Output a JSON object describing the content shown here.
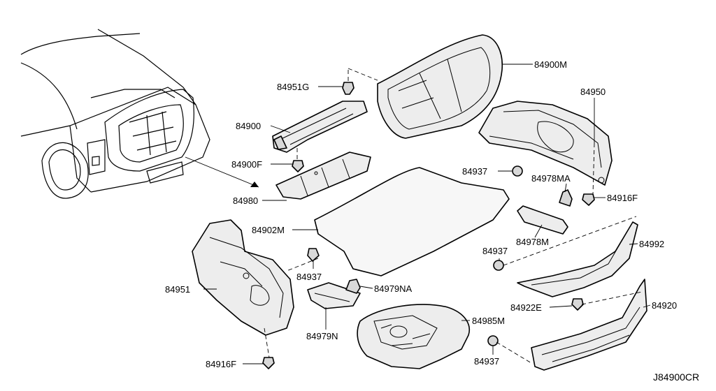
{
  "labels": {
    "p84951G": "84951G",
    "p84900M": "84900M",
    "p84950": "84950",
    "p84900": "84900",
    "p84900F": "84900F",
    "p84937a": "84937",
    "p84978MA": "84978MA",
    "p84916Fa": "84916F",
    "p84980": "84980",
    "p84978M": "84978M",
    "p84902M": "84902M",
    "p84992": "84992",
    "p84937b": "84937",
    "p84937c": "84937",
    "p84979NA": "84979NA",
    "p84951": "84951",
    "p84922E": "84922E",
    "p84920": "84920",
    "p84985M": "84985M",
    "p84979N": "84979N",
    "p84916Fb": "84916F",
    "p84937d": "84937"
  },
  "diagram_code": "J84900CR"
}
